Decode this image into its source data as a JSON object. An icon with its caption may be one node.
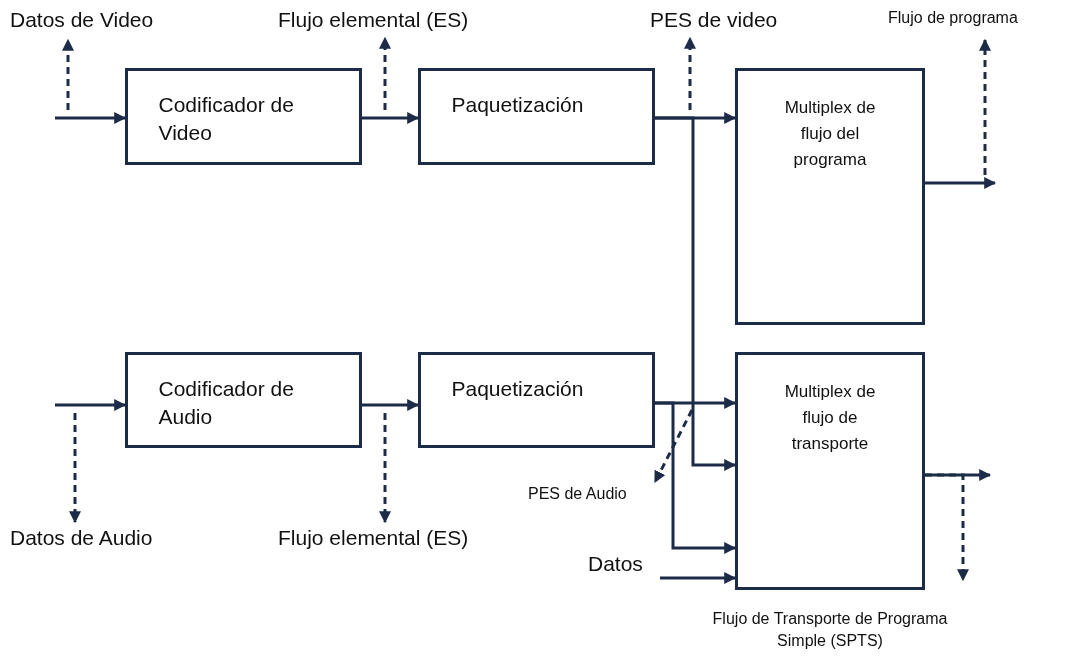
{
  "diagram": {
    "nodes": [
      {
        "text": [
          "Datos de Video"
        ]
      },
      {
        "text": [
          "Flujo elemental (ES)"
        ]
      },
      {
        "text": [
          "PES de video"
        ]
      },
      {
        "text": [
          "Flujo de programa"
        ]
      },
      {
        "text": [
          "Codificador de Video"
        ]
      },
      {
        "text": [
          "Paquetización"
        ]
      },
      {
        "text": [
          "Multiplex de flujo del programa"
        ]
      },
      {
        "text": [
          "Codificador de Audio"
        ]
      },
      {
        "text": [
          "Paquetización"
        ]
      },
      {
        "text": [
          "Multiplex de flujo de transporte"
        ],
        "beside": [
          "Flujo de Transporte de Programa Simple (SPTS)"
        ]
      },
      {
        "text": [
          "PES de Audio"
        ]
      },
      {
        "text": [
          "Datos"
        ]
      },
      {
        "text": [
          "Datos de Audio"
        ]
      },
      {
        "text": [
          "Flujo elemental (ES)"
        ]
      }
    ],
    "edges": [
      {
        "from": null,
        "to": 4,
        "arrow": "to"
      },
      {
        "from": null,
        "to": 0,
        "arrow": "to",
        "style": "dashed"
      },
      {
        "from": 4,
        "to": 5,
        "arrow": "to"
      },
      {
        "from": null,
        "to": 1,
        "arrow": "to",
        "style": "dashed"
      },
      {
        "from": 5,
        "to": 6,
        "arrow": "to"
      },
      {
        "from": null,
        "to": 2,
        "arrow": "to",
        "style": "dashed"
      },
      {
        "from": 5,
        "to": 9,
        "arrow": "to"
      },
      {
        "from": 6,
        "to": null,
        "arrow": "to"
      },
      {
        "from": null,
        "to": 3,
        "arrow": "to",
        "style": "dashed"
      },
      {
        "from": null,
        "to": 7,
        "arrow": "to"
      },
      {
        "from": null,
        "to": 12,
        "arrow": "to",
        "style": "dashed"
      },
      {
        "from": 7,
        "to": 8,
        "arrow": "to"
      },
      {
        "from": null,
        "to": 13,
        "arrow": "to",
        "style": "dashed"
      },
      {
        "from": 8,
        "to": 9,
        "arrow": "to"
      },
      {
        "from": 8,
        "to": 9,
        "arrow": "to"
      },
      {
        "from": null,
        "to": 10,
        "arrow": "to",
        "style": "dashed"
      },
      {
        "from": 11,
        "to": 9,
        "arrow": "to"
      },
      {
        "from": 9,
        "to": null,
        "arrow": "to"
      },
      {
        "from": 9,
        "to": null,
        "arrow": "to",
        "style": "dashed"
      }
    ]
  }
}
